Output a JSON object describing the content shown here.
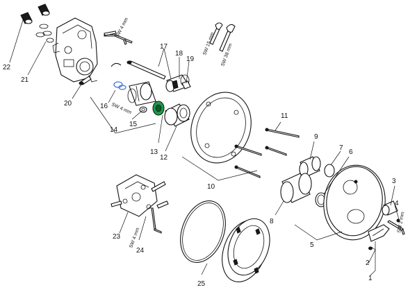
{
  "callouts": {
    "n1": "1",
    "n2": "2",
    "n3": "3",
    "n4": "4",
    "n5": "5",
    "n6": "6",
    "n7": "7",
    "n8": "8",
    "n9": "9",
    "n10": "10",
    "n11": "11",
    "n12": "12",
    "n13": "13",
    "n14": "14",
    "n15": "15",
    "n16": "16",
    "n17": "17",
    "n18": "18",
    "n19": "19",
    "n20": "20",
    "n21": "21",
    "n22": "22",
    "n23": "23",
    "n24": "24",
    "n25": "25"
  },
  "tool_labels": {
    "sw4_top": "SW 4 mm",
    "sw15": "SW 15 mm",
    "sw38": "SW 38 mm",
    "sw4_mid": "SW 4 mm",
    "sw4_bottom": "SW 4 mm",
    "sw2": "SW 2 mm"
  },
  "colors": {
    "line": "#111111",
    "seal_green": "#1f9a4a",
    "clip_blue": "#3a6fd8"
  }
}
